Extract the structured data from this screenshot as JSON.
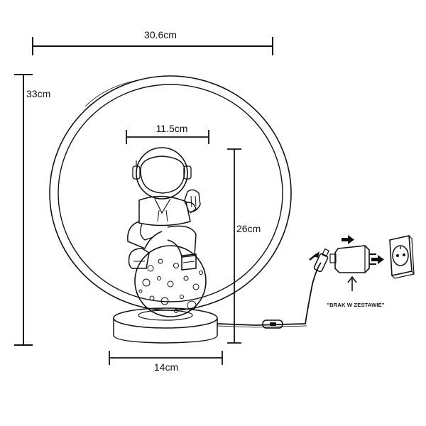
{
  "dimensions": {
    "width_total": "30.6cm",
    "height_total": "33cm",
    "figure_width": "11.5cm",
    "figure_height": "26cm",
    "base_width": "14cm"
  },
  "adapter_note": "\"BRAK W ZESTAWIE\"",
  "icons": {
    "lamp": "astronaut-moon-ring-lamp-icon",
    "switch": "inline-switch-icon",
    "adapter": "usb-power-adapter-icon",
    "socket": "wall-socket-icon",
    "arrow": "arrow-icon"
  },
  "colors": {
    "line": "#111111",
    "background": "#ffffff"
  }
}
